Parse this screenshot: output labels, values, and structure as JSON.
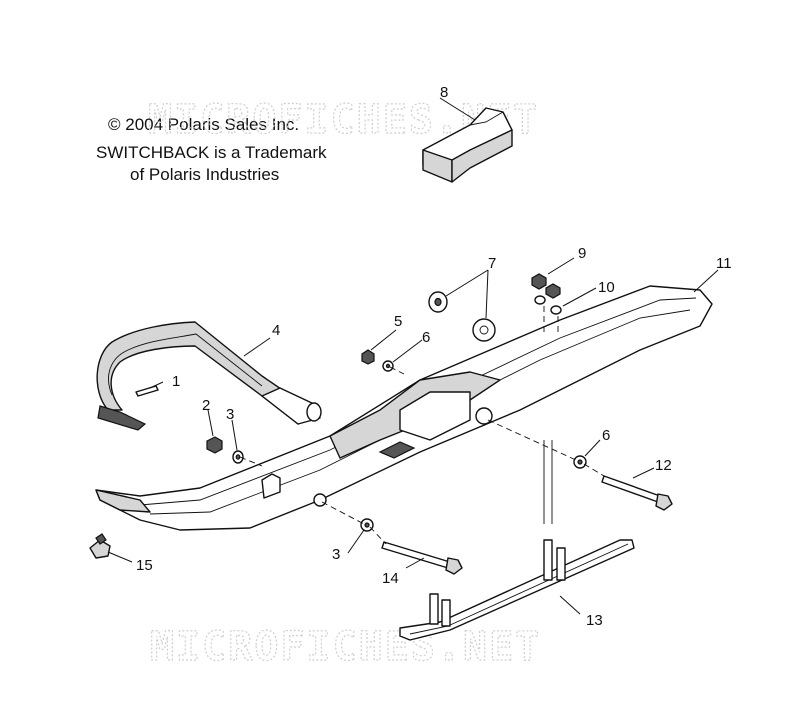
{
  "watermark": {
    "text": "MICROFICHES.NET",
    "color": "#cfcfcf"
  },
  "notes": {
    "copyright": "© 2004 Polaris Sales Inc.",
    "trademark_line1": "SWITCHBACK is a Trademark",
    "trademark_line2": "of Polaris Industries"
  },
  "callouts": [
    {
      "id": "1",
      "label": "1"
    },
    {
      "id": "2",
      "label": "2"
    },
    {
      "id": "3a",
      "label": "3"
    },
    {
      "id": "3b",
      "label": "3"
    },
    {
      "id": "4",
      "label": "4"
    },
    {
      "id": "5",
      "label": "5"
    },
    {
      "id": "6a",
      "label": "6"
    },
    {
      "id": "6b",
      "label": "6"
    },
    {
      "id": "7",
      "label": "7"
    },
    {
      "id": "8",
      "label": "8"
    },
    {
      "id": "9",
      "label": "9"
    },
    {
      "id": "10",
      "label": "10"
    },
    {
      "id": "11",
      "label": "11"
    },
    {
      "id": "12",
      "label": "12"
    },
    {
      "id": "13",
      "label": "13"
    },
    {
      "id": "14",
      "label": "14"
    },
    {
      "id": "15",
      "label": "15"
    }
  ]
}
